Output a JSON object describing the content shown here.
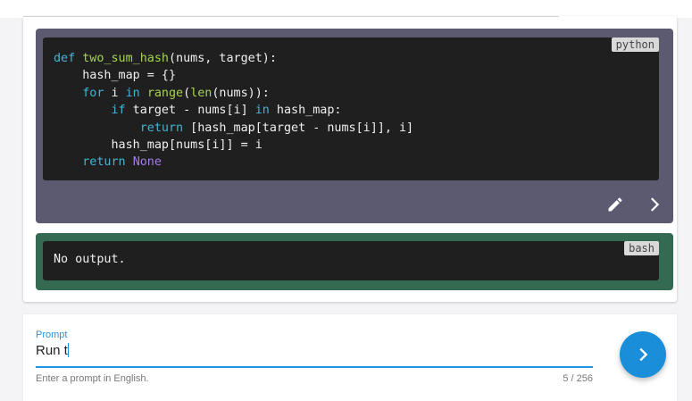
{
  "code_cell": {
    "language": "python",
    "lines": [
      [
        {
          "t": "def",
          "c": "kw"
        },
        {
          "t": " "
        },
        {
          "t": "two_sum_hash",
          "c": "fn"
        },
        {
          "t": "(nums, target):"
        }
      ],
      [
        {
          "t": "    hash_map = {}"
        }
      ],
      [
        {
          "t": "    "
        },
        {
          "t": "for",
          "c": "kw"
        },
        {
          "t": " i "
        },
        {
          "t": "in",
          "c": "kw"
        },
        {
          "t": " "
        },
        {
          "t": "range",
          "c": "fn"
        },
        {
          "t": "("
        },
        {
          "t": "len",
          "c": "fn"
        },
        {
          "t": "(nums)):"
        }
      ],
      [
        {
          "t": "        "
        },
        {
          "t": "if",
          "c": "kw"
        },
        {
          "t": " target - nums[i] "
        },
        {
          "t": "in",
          "c": "kw"
        },
        {
          "t": " hash_map:"
        }
      ],
      [
        {
          "t": "            "
        },
        {
          "t": "return",
          "c": "kw"
        },
        {
          "t": " [hash_map[target - nums[i]], i]"
        }
      ],
      [
        {
          "t": "        hash_map[nums[i]] = i"
        }
      ],
      [
        {
          "t": "    "
        },
        {
          "t": "return",
          "c": "kw"
        },
        {
          "t": " "
        },
        {
          "t": "None",
          "c": "cn"
        }
      ]
    ],
    "actions": {
      "edit_icon": "pencil-icon",
      "run_icon": "chevron-right-icon"
    }
  },
  "output_cell": {
    "language": "bash",
    "text": "No output."
  },
  "prompt": {
    "label": "Prompt",
    "value": "Run t",
    "hint": "Enter a prompt in English.",
    "counter": "5 / 256",
    "send_icon": "chevron-right-icon"
  },
  "colors": {
    "accent": "#2196e3",
    "code_frame": "#5c5a70",
    "output_frame": "#356a52",
    "code_bg": "#1f1f1f"
  }
}
